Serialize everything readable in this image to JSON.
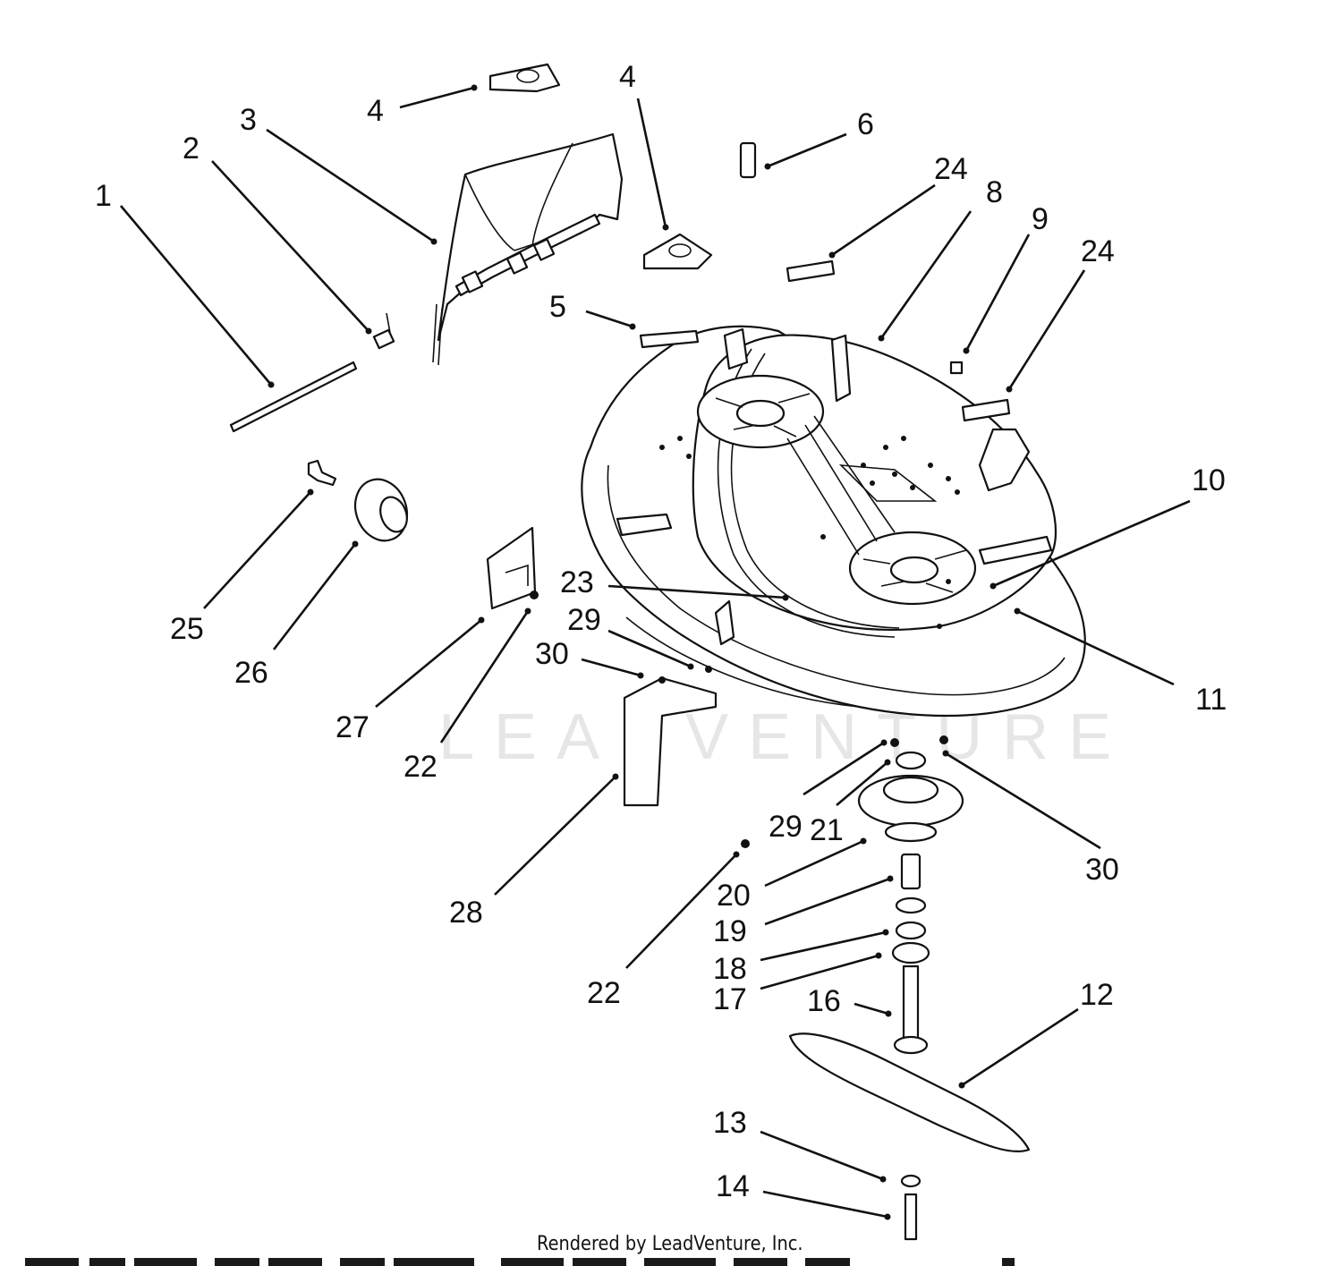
{
  "diagram": {
    "watermark": "LEADVENTURE",
    "credit": "Rendered by LeadVenture, Inc.",
    "callouts": [
      {
        "id": "c1",
        "label": "1"
      },
      {
        "id": "c2",
        "label": "2"
      },
      {
        "id": "c3",
        "label": "3"
      },
      {
        "id": "c4a",
        "label": "4"
      },
      {
        "id": "c4b",
        "label": "4"
      },
      {
        "id": "c5",
        "label": "5"
      },
      {
        "id": "c6",
        "label": "6"
      },
      {
        "id": "c24a",
        "label": "24"
      },
      {
        "id": "c8",
        "label": "8"
      },
      {
        "id": "c9",
        "label": "9"
      },
      {
        "id": "c24b",
        "label": "24"
      },
      {
        "id": "c10",
        "label": "10"
      },
      {
        "id": "c11",
        "label": "11"
      },
      {
        "id": "c23",
        "label": "23"
      },
      {
        "id": "c29a",
        "label": "29"
      },
      {
        "id": "c30a",
        "label": "30"
      },
      {
        "id": "c25",
        "label": "25"
      },
      {
        "id": "c26",
        "label": "26"
      },
      {
        "id": "c27",
        "label": "27"
      },
      {
        "id": "c22a",
        "label": "22"
      },
      {
        "id": "c28",
        "label": "28"
      },
      {
        "id": "c22b",
        "label": "22"
      },
      {
        "id": "c29b",
        "label": "29"
      },
      {
        "id": "c21",
        "label": "21"
      },
      {
        "id": "c30b",
        "label": "30"
      },
      {
        "id": "c20",
        "label": "20"
      },
      {
        "id": "c19",
        "label": "19"
      },
      {
        "id": "c18",
        "label": "18"
      },
      {
        "id": "c17",
        "label": "17"
      },
      {
        "id": "c16",
        "label": "16"
      },
      {
        "id": "c12",
        "label": "12"
      },
      {
        "id": "c13",
        "label": "13"
      },
      {
        "id": "c14",
        "label": "14"
      }
    ]
  }
}
